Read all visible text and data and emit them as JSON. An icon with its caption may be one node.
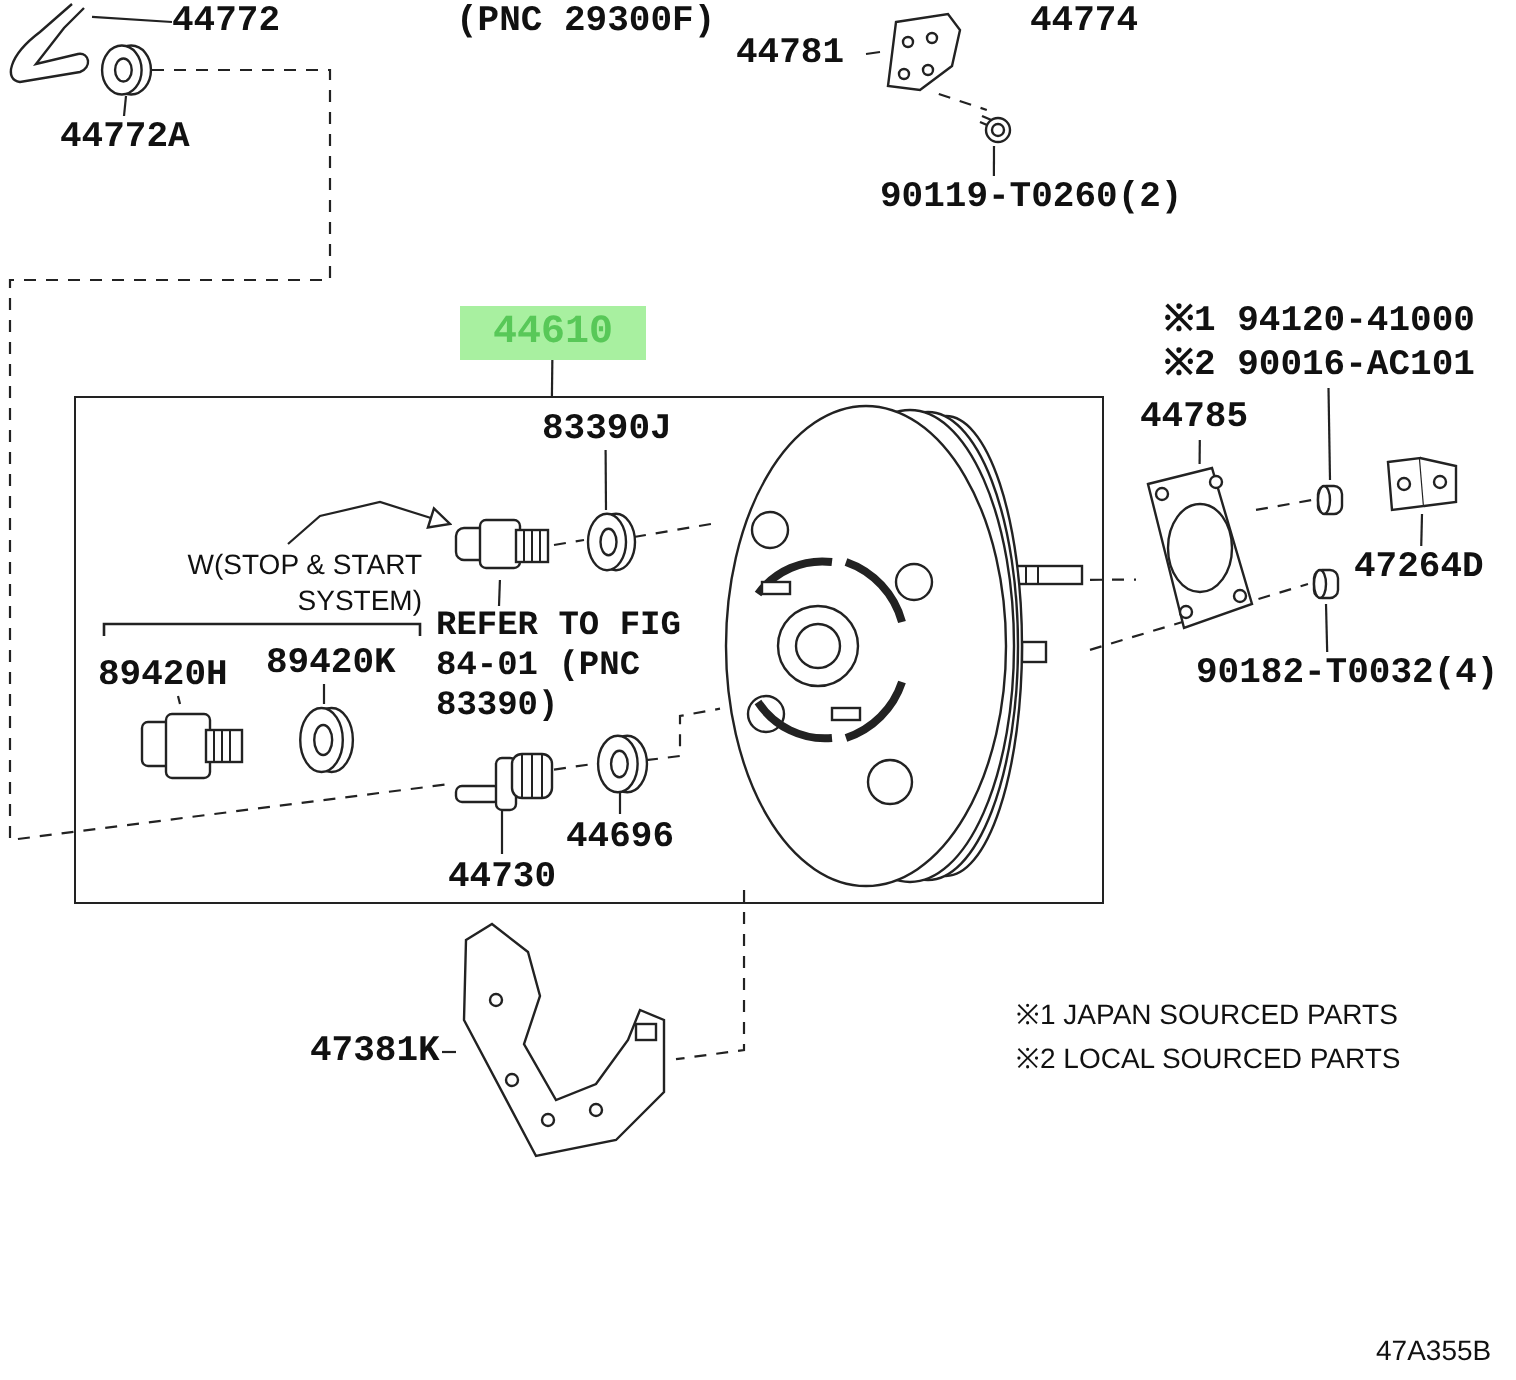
{
  "diagram": {
    "nodes": [
      {
        "text": [
          "44772"
        ]
      },
      {
        "text": [],
        "shape": "picture"
      },
      {
        "text": [
          "44772A"
        ]
      },
      {
        "text": [],
        "shape": "picture"
      },
      {
        "text": [
          "44781"
        ]
      },
      {
        "text": [],
        "shape": "picture"
      },
      {
        "text": [],
        "shape": "picture"
      },
      {
        "text": [
          "90119-T0260(2)"
        ]
      },
      {
        "text": [
          "44610"
        ]
      },
      {
        "text": [],
        "shape": "box"
      },
      {
        "text": [
          "83390J"
        ],
        "in": 9
      },
      {
        "text": [],
        "shape": "picture",
        "in": 9
      },
      {
        "text": [],
        "shape": "picture",
        "in": 9
      },
      {
        "text": [
          "W(STOP & START SYSTEM)"
        ],
        "in": 9
      },
      {
        "text": [
          "REFER TO FIG 84-01 (PNC 83390)"
        ],
        "in": 9
      },
      {
        "text": [
          "89420H"
        ],
        "in": 9
      },
      {
        "text": [
          "89420K"
        ],
        "in": 9
      },
      {
        "text": [],
        "shape": "picture",
        "in": 9
      },
      {
        "text": [],
        "shape": "picture",
        "in": 9
      },
      {
        "text": [],
        "shape": "picture",
        "in": 9
      },
      {
        "text": [],
        "shape": "picture",
        "in": 9
      },
      {
        "text": [
          "44696"
        ],
        "in": 9
      },
      {
        "text": [
          "44730"
        ],
        "in": 9
      },
      {
        "text": [],
        "shape": "picture",
        "in": 9
      },
      {
        "text": [
          "※1 94120-41000",
          "※2 90016-AC101"
        ]
      },
      {
        "text": [
          "44785"
        ]
      },
      {
        "text": [],
        "shape": "picture"
      },
      {
        "text": [],
        "shape": "picture"
      },
      {
        "text": [],
        "shape": "picture"
      },
      {
        "text": [
          "47264D"
        ]
      },
      {
        "text": [],
        "shape": "picture"
      },
      {
        "text": [
          "90182-T0032(4)"
        ]
      },
      {
        "text": [
          "47381K"
        ]
      },
      {
        "text": [],
        "shape": "picture"
      }
    ],
    "edges": [
      {
        "from": 0,
        "to": 1,
        "arrow": "none"
      },
      {
        "from": 2,
        "to": 3,
        "arrow": "none"
      },
      {
        "from": 4,
        "to": 5,
        "arrow": "none"
      },
      {
        "from": 7,
        "to": 6,
        "arrow": "none"
      },
      {
        "from": 5,
        "to": 6,
        "arrow": "none",
        "style": "dashed"
      },
      {
        "from": 8,
        "to": 9,
        "arrow": "none"
      },
      {
        "from": 10,
        "to": 12,
        "arrow": "none"
      },
      {
        "from": 14,
        "to": 11,
        "arrow": "none"
      },
      {
        "from": 13,
        "to": 11,
        "arrow": "to"
      },
      {
        "from": 15,
        "to": 17,
        "arrow": "none"
      },
      {
        "from": 16,
        "to": 18,
        "arrow": "none"
      },
      {
        "from": 22,
        "to": 19,
        "arrow": "none"
      },
      {
        "from": 21,
        "to": 20,
        "arrow": "none"
      },
      {
        "from": 3,
        "to": 19,
        "arrow": "none",
        "style": "dashed"
      },
      {
        "from": 11,
        "to": 12,
        "arrow": "none",
        "style": "dashed"
      },
      {
        "from": 12,
        "to": 23,
        "arrow": "none",
        "style": "dashed"
      },
      {
        "from": 19,
        "to": 20,
        "arrow": "none",
        "style": "dashed"
      },
      {
        "from": 20,
        "to": 23,
        "arrow": "none",
        "style": "dashed"
      },
      {
        "from": 23,
        "to": 27,
        "arrow": "none",
        "style": "dashed"
      },
      {
        "from": 27,
        "to": 26,
        "arrow": "none",
        "style": "dashed"
      },
      {
        "from": 23,
        "to": 30,
        "arrow": "none",
        "style": "dashed"
      },
      {
        "from": 23,
        "to": 33,
        "arrow": "none",
        "style": "dashed"
      },
      {
        "from": 25,
        "to": 27,
        "arrow": "none"
      },
      {
        "from": 24,
        "to": 26,
        "arrow": "none"
      },
      {
        "from": 29,
        "to": 28,
        "arrow": "none"
      },
      {
        "from": 31,
        "to": 30,
        "arrow": "none"
      },
      {
        "from": 32,
        "to": 33,
        "arrow": "none"
      }
    ],
    "labels": [
      "(PNC 29300F)",
      "44774",
      "※1 JAPAN SOURCED PARTS",
      "※2 LOCAL SOURCED PARTS",
      "47A355B"
    ]
  }
}
